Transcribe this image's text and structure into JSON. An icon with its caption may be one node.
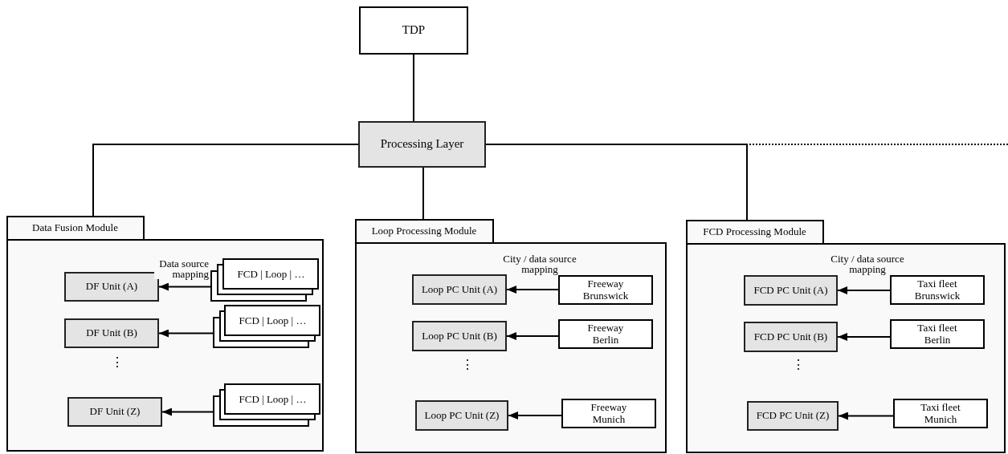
{
  "diagram": {
    "nodes": [
      {
        "text": [
          "TDP"
        ]
      },
      {
        "text": [
          "Processing Layer"
        ]
      },
      {
        "text": [
          "Data Fusion Module"
        ]
      },
      {
        "text": [
          "DF Unit (A)"
        ],
        "in": 2
      },
      {
        "text": [
          "FCD | Loop | …"
        ],
        "in": 2
      },
      {
        "text": [
          "DF Unit (B)"
        ],
        "in": 2
      },
      {
        "text": [
          "FCD | Loop | …"
        ],
        "in": 2
      },
      {
        "text": [
          "DF Unit (Z)"
        ],
        "in": 2
      },
      {
        "text": [
          "FCD | Loop | …"
        ],
        "in": 2
      },
      {
        "text": [
          "Loop Processing Module"
        ]
      },
      {
        "text": [
          "Loop PC Unit (A)"
        ],
        "in": 9
      },
      {
        "text": [
          "Freeway Brunswick"
        ],
        "in": 9
      },
      {
        "text": [
          "Loop PC Unit (B)"
        ],
        "in": 9
      },
      {
        "text": [
          "Freeway Berlin"
        ],
        "in": 9
      },
      {
        "text": [
          "Loop PC Unit (Z)"
        ],
        "in": 9
      },
      {
        "text": [
          "Freeway Munich"
        ],
        "in": 9
      },
      {
        "text": [
          "FCD Processing Module"
        ]
      },
      {
        "text": [
          "FCD PC Unit (A)"
        ],
        "in": 16
      },
      {
        "text": [
          "Taxi fleet Brunswick"
        ],
        "in": 16
      },
      {
        "text": [
          "FCD PC Unit (B)"
        ],
        "in": 16
      },
      {
        "text": [
          "Taxi fleet Berlin"
        ],
        "in": 16
      },
      {
        "text": [
          "FCD PC Unit (Z)"
        ],
        "in": 16
      },
      {
        "text": [
          "Taxi fleet Munich"
        ],
        "in": 16
      }
    ],
    "edges": [
      {
        "from": 0,
        "to": 1,
        "arrow": "none"
      },
      {
        "from": 1,
        "to": 2,
        "arrow": "none"
      },
      {
        "from": 1,
        "to": 9,
        "arrow": "none"
      },
      {
        "from": 1,
        "to": 16,
        "arrow": "none"
      },
      {
        "from": 1,
        "to": null,
        "arrow": "none",
        "style": "dashed"
      },
      {
        "from": 4,
        "to": 3,
        "arrow": "to",
        "label": "Data source mapping"
      },
      {
        "from": 6,
        "to": 5,
        "arrow": "to"
      },
      {
        "from": 8,
        "to": 7,
        "arrow": "to"
      },
      {
        "from": 11,
        "to": 10,
        "arrow": "to",
        "label": "City / data source mapping"
      },
      {
        "from": 13,
        "to": 12,
        "arrow": "to"
      },
      {
        "from": 15,
        "to": 14,
        "arrow": "to"
      },
      {
        "from": 18,
        "to": 17,
        "arrow": "to",
        "label": "City / data source mapping"
      },
      {
        "from": 20,
        "to": 19,
        "arrow": "to"
      },
      {
        "from": 22,
        "to": 21,
        "arrow": "to"
      }
    ],
    "labels": [
      "⋮",
      "⋮",
      "⋮"
    ]
  }
}
